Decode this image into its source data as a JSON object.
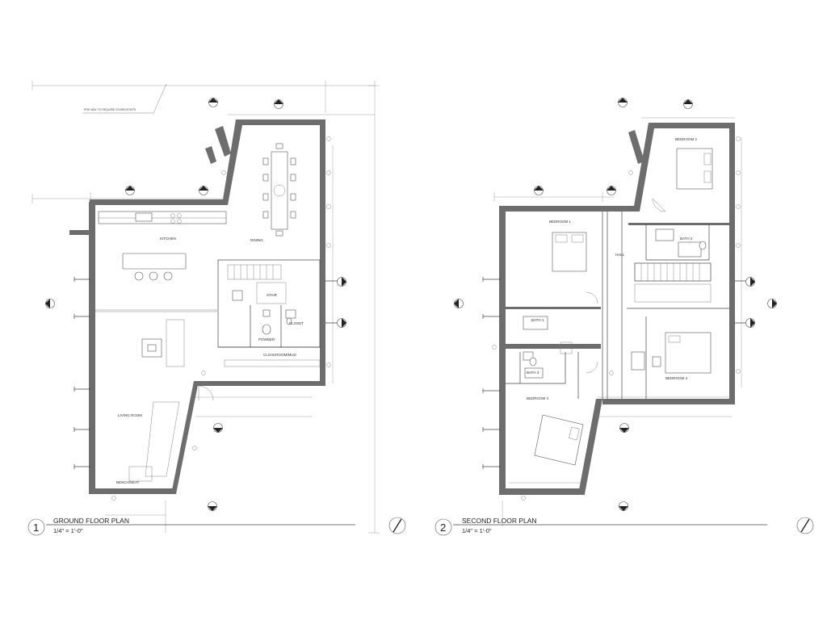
{
  "note": "PRE WAY TO REQUIRE STAIRS/STEPS",
  "plans": [
    {
      "number": "1",
      "title": "GROUND FLOOR PLAN",
      "scale": "1/4\" = 1'-0\"",
      "rooms": {
        "kitchen": "KITCHEN",
        "dining": "DINING",
        "living": "LIVING ROOM",
        "stair": "STAIR",
        "closet": "CLOSET",
        "powder": "POWDER",
        "mudroom": "CLOAKROOM/MUD",
        "bench": "BENCH/SEAT"
      }
    },
    {
      "number": "2",
      "title": "SECOND FLOOR PLAN",
      "scale": "1/4\" = 1'-0\"",
      "rooms": {
        "bedroom1": "BEDROOM 1",
        "bedroom2": "BEDROOM 2",
        "bedroom3": "BEDROOM 3",
        "bedroom4": "BEDROOM 4",
        "bath1": "BATH 1",
        "bath2": "BATH 2",
        "bath3": "BATH 3",
        "hall": "HALL"
      }
    }
  ]
}
